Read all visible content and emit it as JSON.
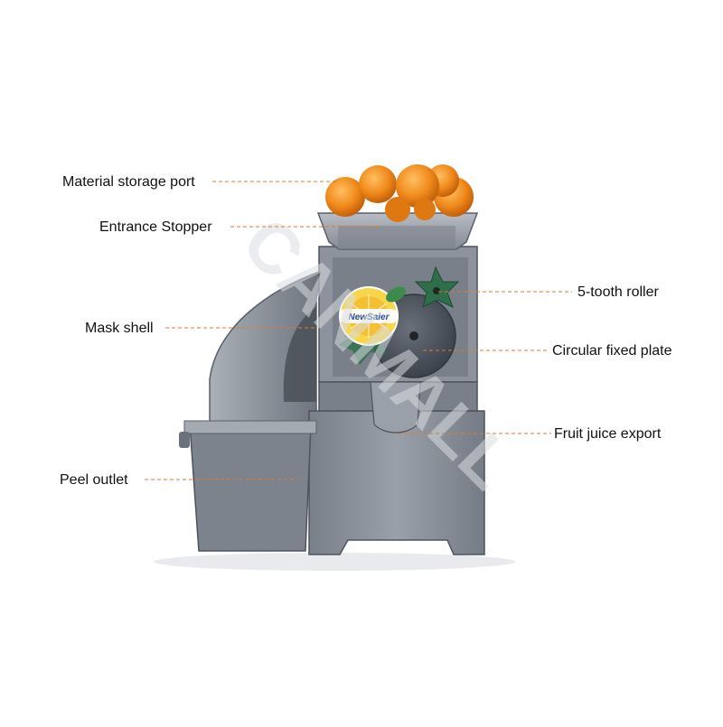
{
  "brand_logo_text": "NewSaier",
  "watermark_text": "CANMALL",
  "colors": {
    "leader_line": "#e07a30",
    "machine_body": "#8a909a",
    "machine_dark": "#5d6470",
    "orange": "#f08a1c",
    "roller_green": "#2e6e4a"
  },
  "labels": [
    {
      "id": "material-storage-port",
      "text": "Material storage port"
    },
    {
      "id": "entrance-stopper",
      "text": "Entrance Stopper"
    },
    {
      "id": "mask-shell",
      "text": "Mask shell"
    },
    {
      "id": "peel-outlet",
      "text": "Peel outlet"
    },
    {
      "id": "five-tooth-roller",
      "text": "5-tooth roller"
    },
    {
      "id": "circular-fixed-plate",
      "text": "Circular fixed plate"
    },
    {
      "id": "fruit-juice-export",
      "text": "Fruit juice export"
    }
  ]
}
